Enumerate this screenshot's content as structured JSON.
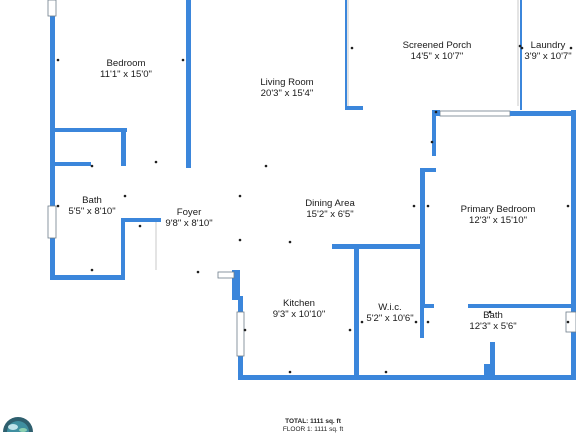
{
  "rooms": [
    {
      "name": "Bedroom",
      "dims": "11'1\" x 15'0\""
    },
    {
      "name": "Living Room",
      "dims": "20'3\" x 15'4\""
    },
    {
      "name": "Screened Porch",
      "dims": "14'5\" x 10'7\""
    },
    {
      "name": "Laundry",
      "dims": "3'9\" x 10'7\""
    },
    {
      "name": "Bath",
      "dims": "5'5\" x 8'10\""
    },
    {
      "name": "Foyer",
      "dims": "9'8\" x 8'10\""
    },
    {
      "name": "Dining Area",
      "dims": "15'2\" x 6'5\""
    },
    {
      "name": "Primary Bedroom",
      "dims": "12'3\" x 15'10\""
    },
    {
      "name": "Kitchen",
      "dims": "9'3\" x 10'10\""
    },
    {
      "name": "W.i.c.",
      "dims": "5'2\" x 10'6\""
    },
    {
      "name": "Bath",
      "dims": "12'3\" x 5'6\""
    }
  ],
  "totals": {
    "total": "TOTAL: 1111 sq. ft",
    "floor": "FLOOR 1: 1111 sq. ft"
  },
  "colors": {
    "wall": "#3b86db",
    "label": "#1a1a1a"
  }
}
